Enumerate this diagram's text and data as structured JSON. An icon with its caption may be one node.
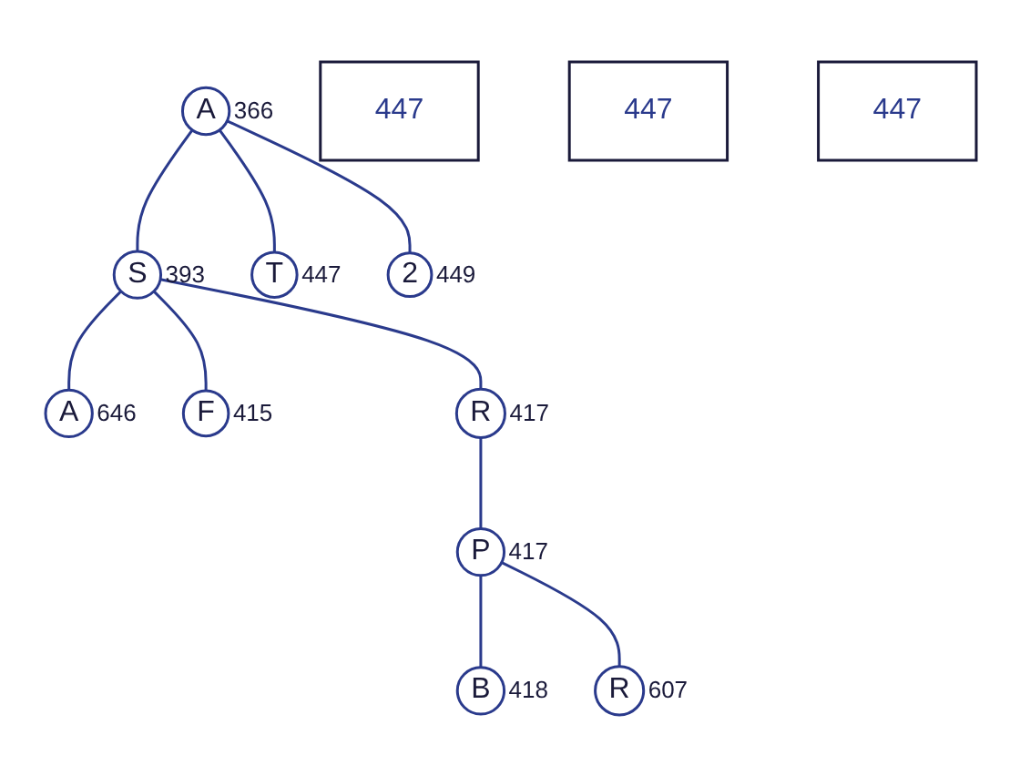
{
  "diagram": {
    "nodes": [
      {
        "text": [
          "A"
        ],
        "beside": [
          "366"
        ]
      },
      {
        "text": [
          "447"
        ]
      },
      {
        "text": [
          "S"
        ],
        "beside": [
          "393"
        ]
      },
      {
        "text": [
          "T"
        ],
        "beside": [
          "447"
        ]
      },
      {
        "text": [
          "2"
        ],
        "beside": [
          "449"
        ]
      },
      {
        "text": [
          "A"
        ],
        "beside": [
          "646"
        ]
      },
      {
        "text": [
          "F"
        ],
        "beside": [
          "415"
        ]
      },
      {
        "text": [
          "447"
        ]
      },
      {
        "text": [
          "R"
        ],
        "beside": [
          "417"
        ]
      },
      {
        "text": [
          "447"
        ]
      },
      {
        "text": [
          "P"
        ],
        "beside": [
          "417"
        ]
      },
      {
        "text": [
          "B"
        ],
        "beside": [
          "418"
        ]
      },
      {
        "text": [
          "R"
        ],
        "beside": [
          "607"
        ]
      }
    ],
    "edges": [
      {
        "from": 0,
        "to": 2,
        "arrow": "none"
      },
      {
        "from": 0,
        "to": 3,
        "arrow": "none"
      },
      {
        "from": 0,
        "to": 4,
        "arrow": "none"
      },
      {
        "from": 2,
        "to": 5,
        "arrow": "none"
      },
      {
        "from": 2,
        "to": 6,
        "arrow": "none"
      },
      {
        "from": 2,
        "to": 8,
        "arrow": "none"
      },
      {
        "from": 8,
        "to": 10,
        "arrow": "none"
      },
      {
        "from": 10,
        "to": 11,
        "arrow": "none"
      },
      {
        "from": 10,
        "to": 12,
        "arrow": "none"
      }
    ]
  }
}
